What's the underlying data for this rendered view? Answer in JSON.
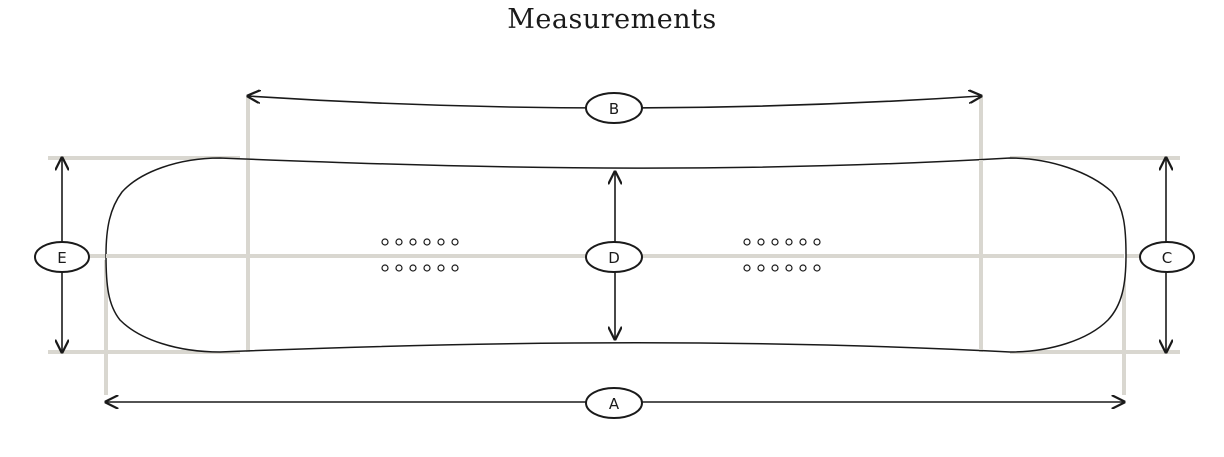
{
  "title": "Measurements",
  "labels": {
    "a": "A",
    "b": "B",
    "c": "C",
    "d": "D",
    "e": "E"
  },
  "colors": {
    "guide": "#d9d7d0",
    "ink": "#1a1a1a"
  }
}
